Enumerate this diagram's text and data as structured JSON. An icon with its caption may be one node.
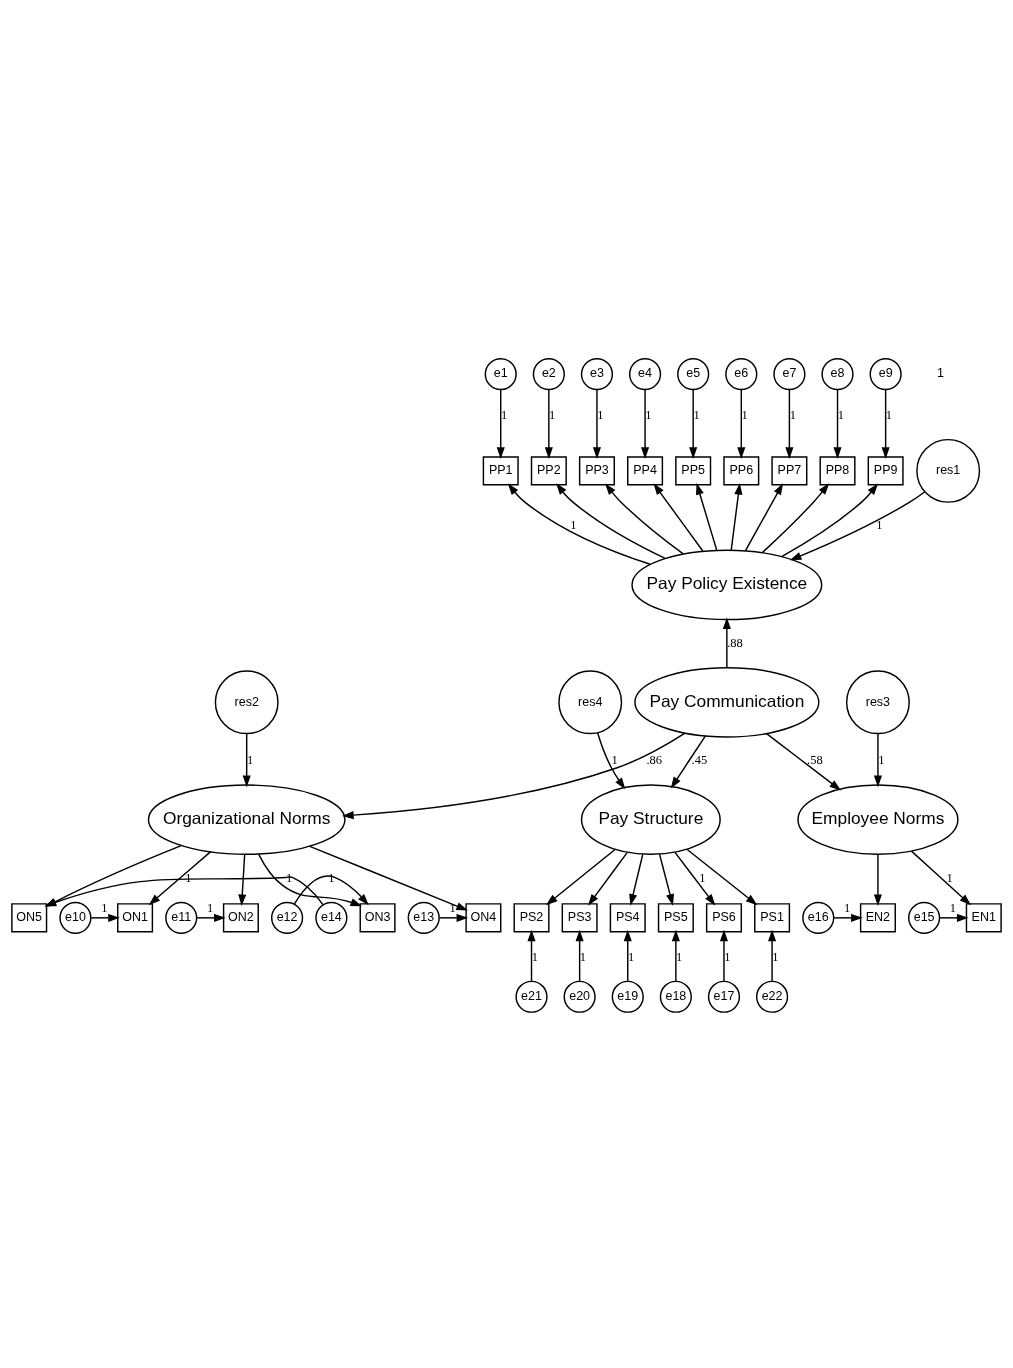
{
  "diagram": {
    "nodes": [
      {
        "text": [
          "e1"
        ]
      },
      {
        "text": [
          "e2"
        ]
      },
      {
        "text": [
          "e3"
        ]
      },
      {
        "text": [
          "e4"
        ]
      },
      {
        "text": [
          "e5"
        ]
      },
      {
        "text": [
          "e6"
        ]
      },
      {
        "text": [
          "e7"
        ]
      },
      {
        "text": [
          "e8"
        ]
      },
      {
        "text": [
          "e9"
        ]
      },
      {
        "text": [
          "PP1"
        ]
      },
      {
        "text": [
          "PP2"
        ]
      },
      {
        "text": [
          "PP3"
        ]
      },
      {
        "text": [
          "PP4"
        ]
      },
      {
        "text": [
          "PP5"
        ]
      },
      {
        "text": [
          "PP6"
        ]
      },
      {
        "text": [
          "PP7"
        ]
      },
      {
        "text": [
          "PP8"
        ]
      },
      {
        "text": [
          "PP9"
        ]
      },
      {
        "text": [
          "res1"
        ]
      },
      {
        "text": [
          "Pay Policy Existence"
        ]
      },
      {
        "text": [
          "res2"
        ]
      },
      {
        "text": [
          "ON1"
        ]
      },
      {
        "text": [
          "e10"
        ]
      },
      {
        "text": [
          "Organizational Norms"
        ]
      },
      {
        "text": [
          "ON2"
        ]
      },
      {
        "text": [
          "e11"
        ]
      },
      {
        "text": [
          "ON3"
        ]
      },
      {
        "text": [
          "e12"
        ]
      },
      {
        "text": [
          "ON4"
        ]
      },
      {
        "text": [
          "e13"
        ]
      },
      {
        "text": [
          "Pay Communication"
        ]
      },
      {
        "text": [
          "ON5"
        ]
      },
      {
        "text": [
          "e14"
        ]
      },
      {
        "text": [
          "EN1"
        ]
      },
      {
        "text": [
          "e15"
        ]
      },
      {
        "text": [
          "Employee Norms"
        ]
      },
      {
        "text": [
          "EN2"
        ]
      },
      {
        "text": [
          "e16"
        ]
      },
      {
        "text": [
          "Pay Structure"
        ]
      },
      {
        "text": [
          "res4"
        ]
      },
      {
        "text": [
          "res3"
        ]
      },
      {
        "text": [
          "PS1"
        ]
      },
      {
        "text": [
          "PS2"
        ]
      },
      {
        "text": [
          "PS3"
        ]
      },
      {
        "text": [
          "PS4"
        ]
      },
      {
        "text": [
          "PS5"
        ]
      },
      {
        "text": [
          "PS6"
        ]
      },
      {
        "text": [
          "e22"
        ]
      },
      {
        "text": [
          "e21"
        ]
      },
      {
        "text": [
          "e20"
        ]
      },
      {
        "text": [
          "e19"
        ]
      },
      {
        "text": [
          "e18"
        ]
      },
      {
        "text": [
          "e17"
        ]
      }
    ],
    "edges": [
      {
        "from": 0,
        "to": 9,
        "arrow": "to",
        "label": "1"
      },
      {
        "from": 1,
        "to": 10,
        "arrow": "to",
        "label": "1"
      },
      {
        "from": 2,
        "to": 11,
        "arrow": "to",
        "label": "1"
      },
      {
        "from": 3,
        "to": 12,
        "arrow": "to",
        "label": "1"
      },
      {
        "from": 4,
        "to": 13,
        "arrow": "to",
        "label": "1"
      },
      {
        "from": 5,
        "to": 14,
        "arrow": "to",
        "label": "1"
      },
      {
        "from": 6,
        "to": 15,
        "arrow": "to",
        "label": "1"
      },
      {
        "from": 7,
        "to": 16,
        "arrow": "to",
        "label": "1"
      },
      {
        "from": 8,
        "to": 17,
        "arrow": "to",
        "label": "1"
      },
      {
        "from": 19,
        "to": 9,
        "arrow": "to",
        "label": "1"
      },
      {
        "from": 19,
        "to": 10,
        "arrow": "to"
      },
      {
        "from": 19,
        "to": 11,
        "arrow": "to"
      },
      {
        "from": 19,
        "to": 12,
        "arrow": "to"
      },
      {
        "from": 19,
        "to": 13,
        "arrow": "to"
      },
      {
        "from": 19,
        "to": 14,
        "arrow": "to"
      },
      {
        "from": 19,
        "to": 15,
        "arrow": "to"
      },
      {
        "from": 19,
        "to": 16,
        "arrow": "to"
      },
      {
        "from": 19,
        "to": 17,
        "arrow": "to"
      },
      {
        "from": 18,
        "to": 19,
        "arrow": "to",
        "label": "1"
      },
      {
        "from": 20,
        "to": 23,
        "arrow": "to",
        "label": "1"
      },
      {
        "from": 23,
        "to": 21,
        "arrow": "to",
        "label": "1"
      },
      {
        "from": 23,
        "to": 24,
        "arrow": "to"
      },
      {
        "from": 23,
        "to": 26,
        "arrow": "to"
      },
      {
        "from": 23,
        "to": 28,
        "arrow": "to"
      },
      {
        "from": 23,
        "to": 31,
        "arrow": "to"
      },
      {
        "from": 22,
        "to": 21,
        "arrow": "to",
        "label": "1"
      },
      {
        "from": 25,
        "to": 24,
        "arrow": "to",
        "label": "1"
      },
      {
        "from": 27,
        "to": 26,
        "arrow": "to",
        "label": "1"
      },
      {
        "from": 29,
        "to": 28,
        "arrow": "to",
        "label": "1"
      },
      {
        "from": 32,
        "to": 31,
        "arrow": "to",
        "label": "1"
      },
      {
        "from": 30,
        "to": 19,
        "arrow": "to",
        "label": ".88"
      },
      {
        "from": 30,
        "to": 23,
        "arrow": "to",
        "label": ".86"
      },
      {
        "from": 30,
        "to": 35,
        "arrow": "to",
        "label": ".58"
      },
      {
        "from": 30,
        "to": 38,
        "arrow": "to",
        "label": ".45"
      },
      {
        "from": 35,
        "to": 33,
        "arrow": "to",
        "label": "1"
      },
      {
        "from": 35,
        "to": 36,
        "arrow": "to"
      },
      {
        "from": 34,
        "to": 33,
        "arrow": "to",
        "label": "1"
      },
      {
        "from": 37,
        "to": 36,
        "arrow": "to",
        "label": "1"
      },
      {
        "from": 40,
        "to": 35,
        "arrow": "to",
        "label": "1"
      },
      {
        "from": 39,
        "to": 38,
        "arrow": "to",
        "label": "1"
      },
      {
        "from": 38,
        "to": 41,
        "arrow": "to"
      },
      {
        "from": 38,
        "to": 42,
        "arrow": "to"
      },
      {
        "from": 38,
        "to": 43,
        "arrow": "to"
      },
      {
        "from": 38,
        "to": 44,
        "arrow": "to"
      },
      {
        "from": 38,
        "to": 45,
        "arrow": "to"
      },
      {
        "from": 38,
        "to": 46,
        "arrow": "to",
        "label": "1"
      },
      {
        "from": 47,
        "to": 41,
        "arrow": "to",
        "label": "1"
      },
      {
        "from": 48,
        "to": 42,
        "arrow": "to",
        "label": "1"
      },
      {
        "from": 49,
        "to": 43,
        "arrow": "to",
        "label": "1"
      },
      {
        "from": 50,
        "to": 44,
        "arrow": "to",
        "label": "1"
      },
      {
        "from": 51,
        "to": 45,
        "arrow": "to",
        "label": "1"
      },
      {
        "from": 52,
        "to": 46,
        "arrow": "to",
        "label": "1"
      }
    ],
    "labels": [
      "1"
    ]
  }
}
